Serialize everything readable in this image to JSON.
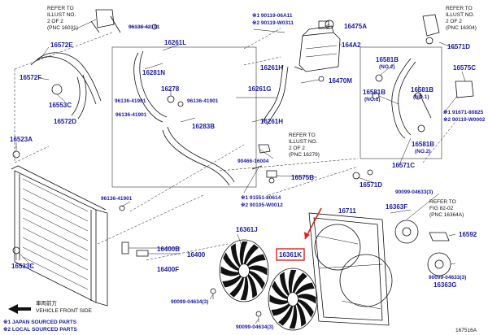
{
  "labels": [
    {
      "id": "refer-16031",
      "lines": [
        "REFER TO",
        "ILLUST NO.",
        "2 OF 2",
        "(PNC 16031)"
      ]
    },
    {
      "id": "l-96138-42101",
      "text": "96138-42101"
    },
    {
      "id": "l-16261L",
      "text": "16261L"
    },
    {
      "id": "l-90119-06A11",
      "text": "※1 90119-06A11"
    },
    {
      "id": "l-90119-W0311",
      "text": "※2 90119-W0311"
    },
    {
      "id": "l-16475A",
      "text": "16475A"
    },
    {
      "id": "refer-16304",
      "lines": [
        "REFER TO",
        "ILLUST NO.",
        "2 OF 2",
        "(PNC 16304)"
      ]
    },
    {
      "id": "l-16572E",
      "text": "16572E"
    },
    {
      "id": "l-16281N",
      "text": "16281N"
    },
    {
      "id": "l-164A2",
      "text": "164A2"
    },
    {
      "id": "l-16571D-top",
      "text": "16571D"
    },
    {
      "id": "l-16572F",
      "text": "16572F"
    },
    {
      "id": "l-16278",
      "text": "16278"
    },
    {
      "id": "l-16261H",
      "text": "16261H"
    },
    {
      "id": "l-16470M",
      "text": "16470M"
    },
    {
      "id": "l-16581B-no2-top",
      "text": "16581B"
    },
    {
      "id": "l-no2-top",
      "text": "(NO.2)"
    },
    {
      "id": "l-16575C",
      "text": "16575C"
    },
    {
      "id": "l-96136-41901-a",
      "text": "96136-41901"
    },
    {
      "id": "l-96136-41901-b",
      "text": "96136-41901"
    },
    {
      "id": "l-16261G",
      "text": "16261G"
    },
    {
      "id": "l-16581B-no1-left",
      "text": "16581B"
    },
    {
      "id": "l-no1-left",
      "text": "(NO.1)"
    },
    {
      "id": "l-16581B-no1-right",
      "text": "16581B"
    },
    {
      "id": "l-no1-right",
      "text": "(NO.1)"
    },
    {
      "id": "l-91671-80825",
      "text": "※1 91671-80825"
    },
    {
      "id": "l-90119-W0002",
      "text": "※2 90119-W0002"
    },
    {
      "id": "l-16553C",
      "text": "16553C"
    },
    {
      "id": "l-96136-41901-c",
      "text": "96136-41901"
    },
    {
      "id": "l-16283B",
      "text": "16283B"
    },
    {
      "id": "l-16261H-2",
      "text": "16261H"
    },
    {
      "id": "l-16572D",
      "text": "16572D"
    },
    {
      "id": "refer-16279",
      "lines": [
        "REFER TO",
        "ILLUST NO.",
        "2 OF 2",
        "(PNC 16279)"
      ]
    },
    {
      "id": "l-16581B-no2-bottom",
      "text": "16581B"
    },
    {
      "id": "l-no2-bottom",
      "text": "(NO.2)"
    },
    {
      "id": "l-16523A",
      "text": "16523A"
    },
    {
      "id": "l-90466-16004",
      "text": "90466-16004"
    },
    {
      "id": "l-16571C",
      "text": "16571C"
    },
    {
      "id": "l-16575B",
      "text": "16575B"
    },
    {
      "id": "l-16571D-bottom",
      "text": "16571D"
    },
    {
      "id": "l-91551-80614",
      "text": "※1 91551-80614"
    },
    {
      "id": "l-90105-W0012",
      "text": "※2 90105-W0012"
    },
    {
      "id": "l-96136-41901-d",
      "text": "96136-41901"
    },
    {
      "id": "l-90099-04633-top",
      "text": "90099-04633(3)"
    },
    {
      "id": "refer-fig",
      "lines": [
        "REFER TO",
        "FIG 82-02",
        "(PNC 16364A)"
      ]
    },
    {
      "id": "l-16711",
      "text": "16711"
    },
    {
      "id": "l-16363F",
      "text": "16363F"
    },
    {
      "id": "l-16361J",
      "text": "16361J"
    },
    {
      "id": "l-16533C",
      "text": "16533C"
    },
    {
      "id": "l-16400B",
      "text": "16400B"
    },
    {
      "id": "l-16400",
      "text": "16400"
    },
    {
      "id": "l-16400F",
      "text": "16400F"
    },
    {
      "id": "l-16361K",
      "text": "16361K"
    },
    {
      "id": "l-16592",
      "text": "16592"
    },
    {
      "id": "l-90099-04633-right",
      "text": "90099-04633(3)"
    },
    {
      "id": "l-16363G",
      "text": "16363G"
    },
    {
      "id": "l-90099-04634-left",
      "text": "90099-04634(3)"
    },
    {
      "id": "l-90099-04634-bottom",
      "text": "90099-04634(3)"
    },
    {
      "id": "l-vehicle-cn",
      "text": "車両前方"
    },
    {
      "id": "l-vehicle-front",
      "text": "VEHICLE FRONT SIDE"
    },
    {
      "id": "l-footnote-1",
      "text": "※1  JAPAN SOURCED PARTS"
    },
    {
      "id": "l-footnote-2",
      "text": "※2  LOCAL SOURCED PARTS"
    },
    {
      "id": "l-figure-id",
      "text": "167516A"
    }
  ]
}
